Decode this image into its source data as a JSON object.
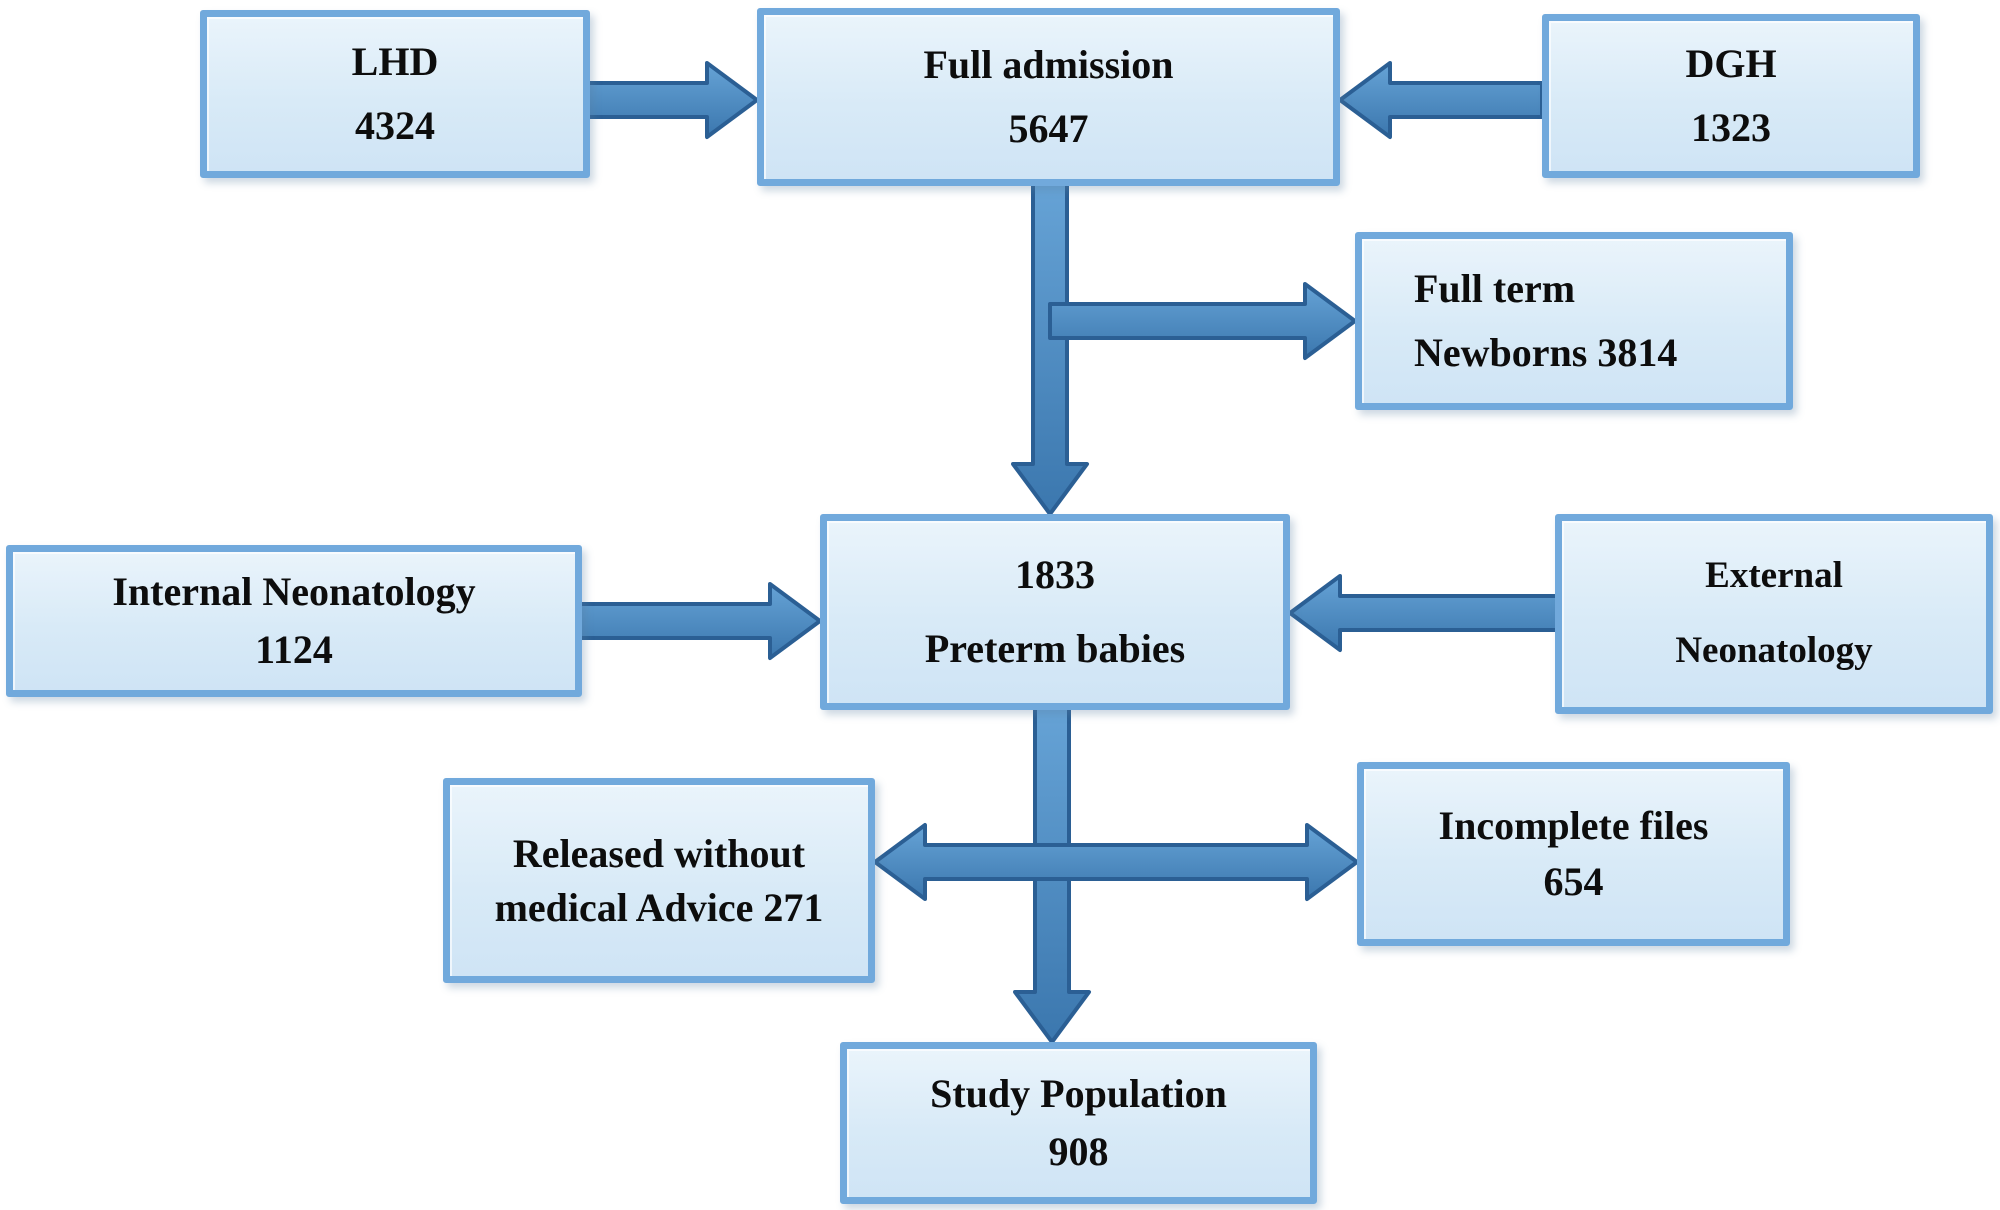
{
  "diagram": {
    "type": "flowchart",
    "description": "Study population selection flowchart"
  },
  "colors": {
    "box_fill_light": "#eaf4fb",
    "box_fill_dark": "#cfe4f5",
    "box_border": "#71a9dc",
    "arrow_fill_top": "#66a3d6",
    "arrow_fill_bottom": "#3b77ae",
    "arrow_outline": "#2b5f94",
    "text": "#0d0d0d",
    "background": "#ffffff"
  },
  "nodes": {
    "lhd": {
      "line1": "LHD",
      "line2": "4324"
    },
    "admission": {
      "line1": "Full admission",
      "line2": "5647"
    },
    "dgh": {
      "line1": "DGH",
      "line2": "1323"
    },
    "fullterm": {
      "line1": "Full term",
      "line2": "Newborns 3814"
    },
    "preterm": {
      "line1": "1833",
      "line2": "Preterm babies"
    },
    "internal": {
      "line1": "Internal Neonatology",
      "line2": "1124"
    },
    "external": {
      "line1": "External",
      "line2": "Neonatology"
    },
    "released": {
      "line1": "Released without",
      "line2": "medical Advice 271"
    },
    "incomplete": {
      "line1": "Incomplete files",
      "line2": "654"
    },
    "study": {
      "line1": "Study Population",
      "line2": "908"
    }
  },
  "arrows": [
    {
      "from": "lhd",
      "to": "admission",
      "direction": "right"
    },
    {
      "from": "dgh",
      "to": "admission",
      "direction": "left"
    },
    {
      "from": "admission",
      "to": "preterm",
      "direction": "down"
    },
    {
      "from": "admission",
      "to": "fullterm",
      "direction": "right-branch"
    },
    {
      "from": "internal",
      "to": "preterm",
      "direction": "right"
    },
    {
      "from": "external",
      "to": "preterm",
      "direction": "left"
    },
    {
      "from": "preterm",
      "to": "study",
      "direction": "down"
    },
    {
      "from": "preterm",
      "to": "released",
      "direction": "left-branch"
    },
    {
      "from": "preterm",
      "to": "incomplete",
      "direction": "right-branch"
    }
  ]
}
